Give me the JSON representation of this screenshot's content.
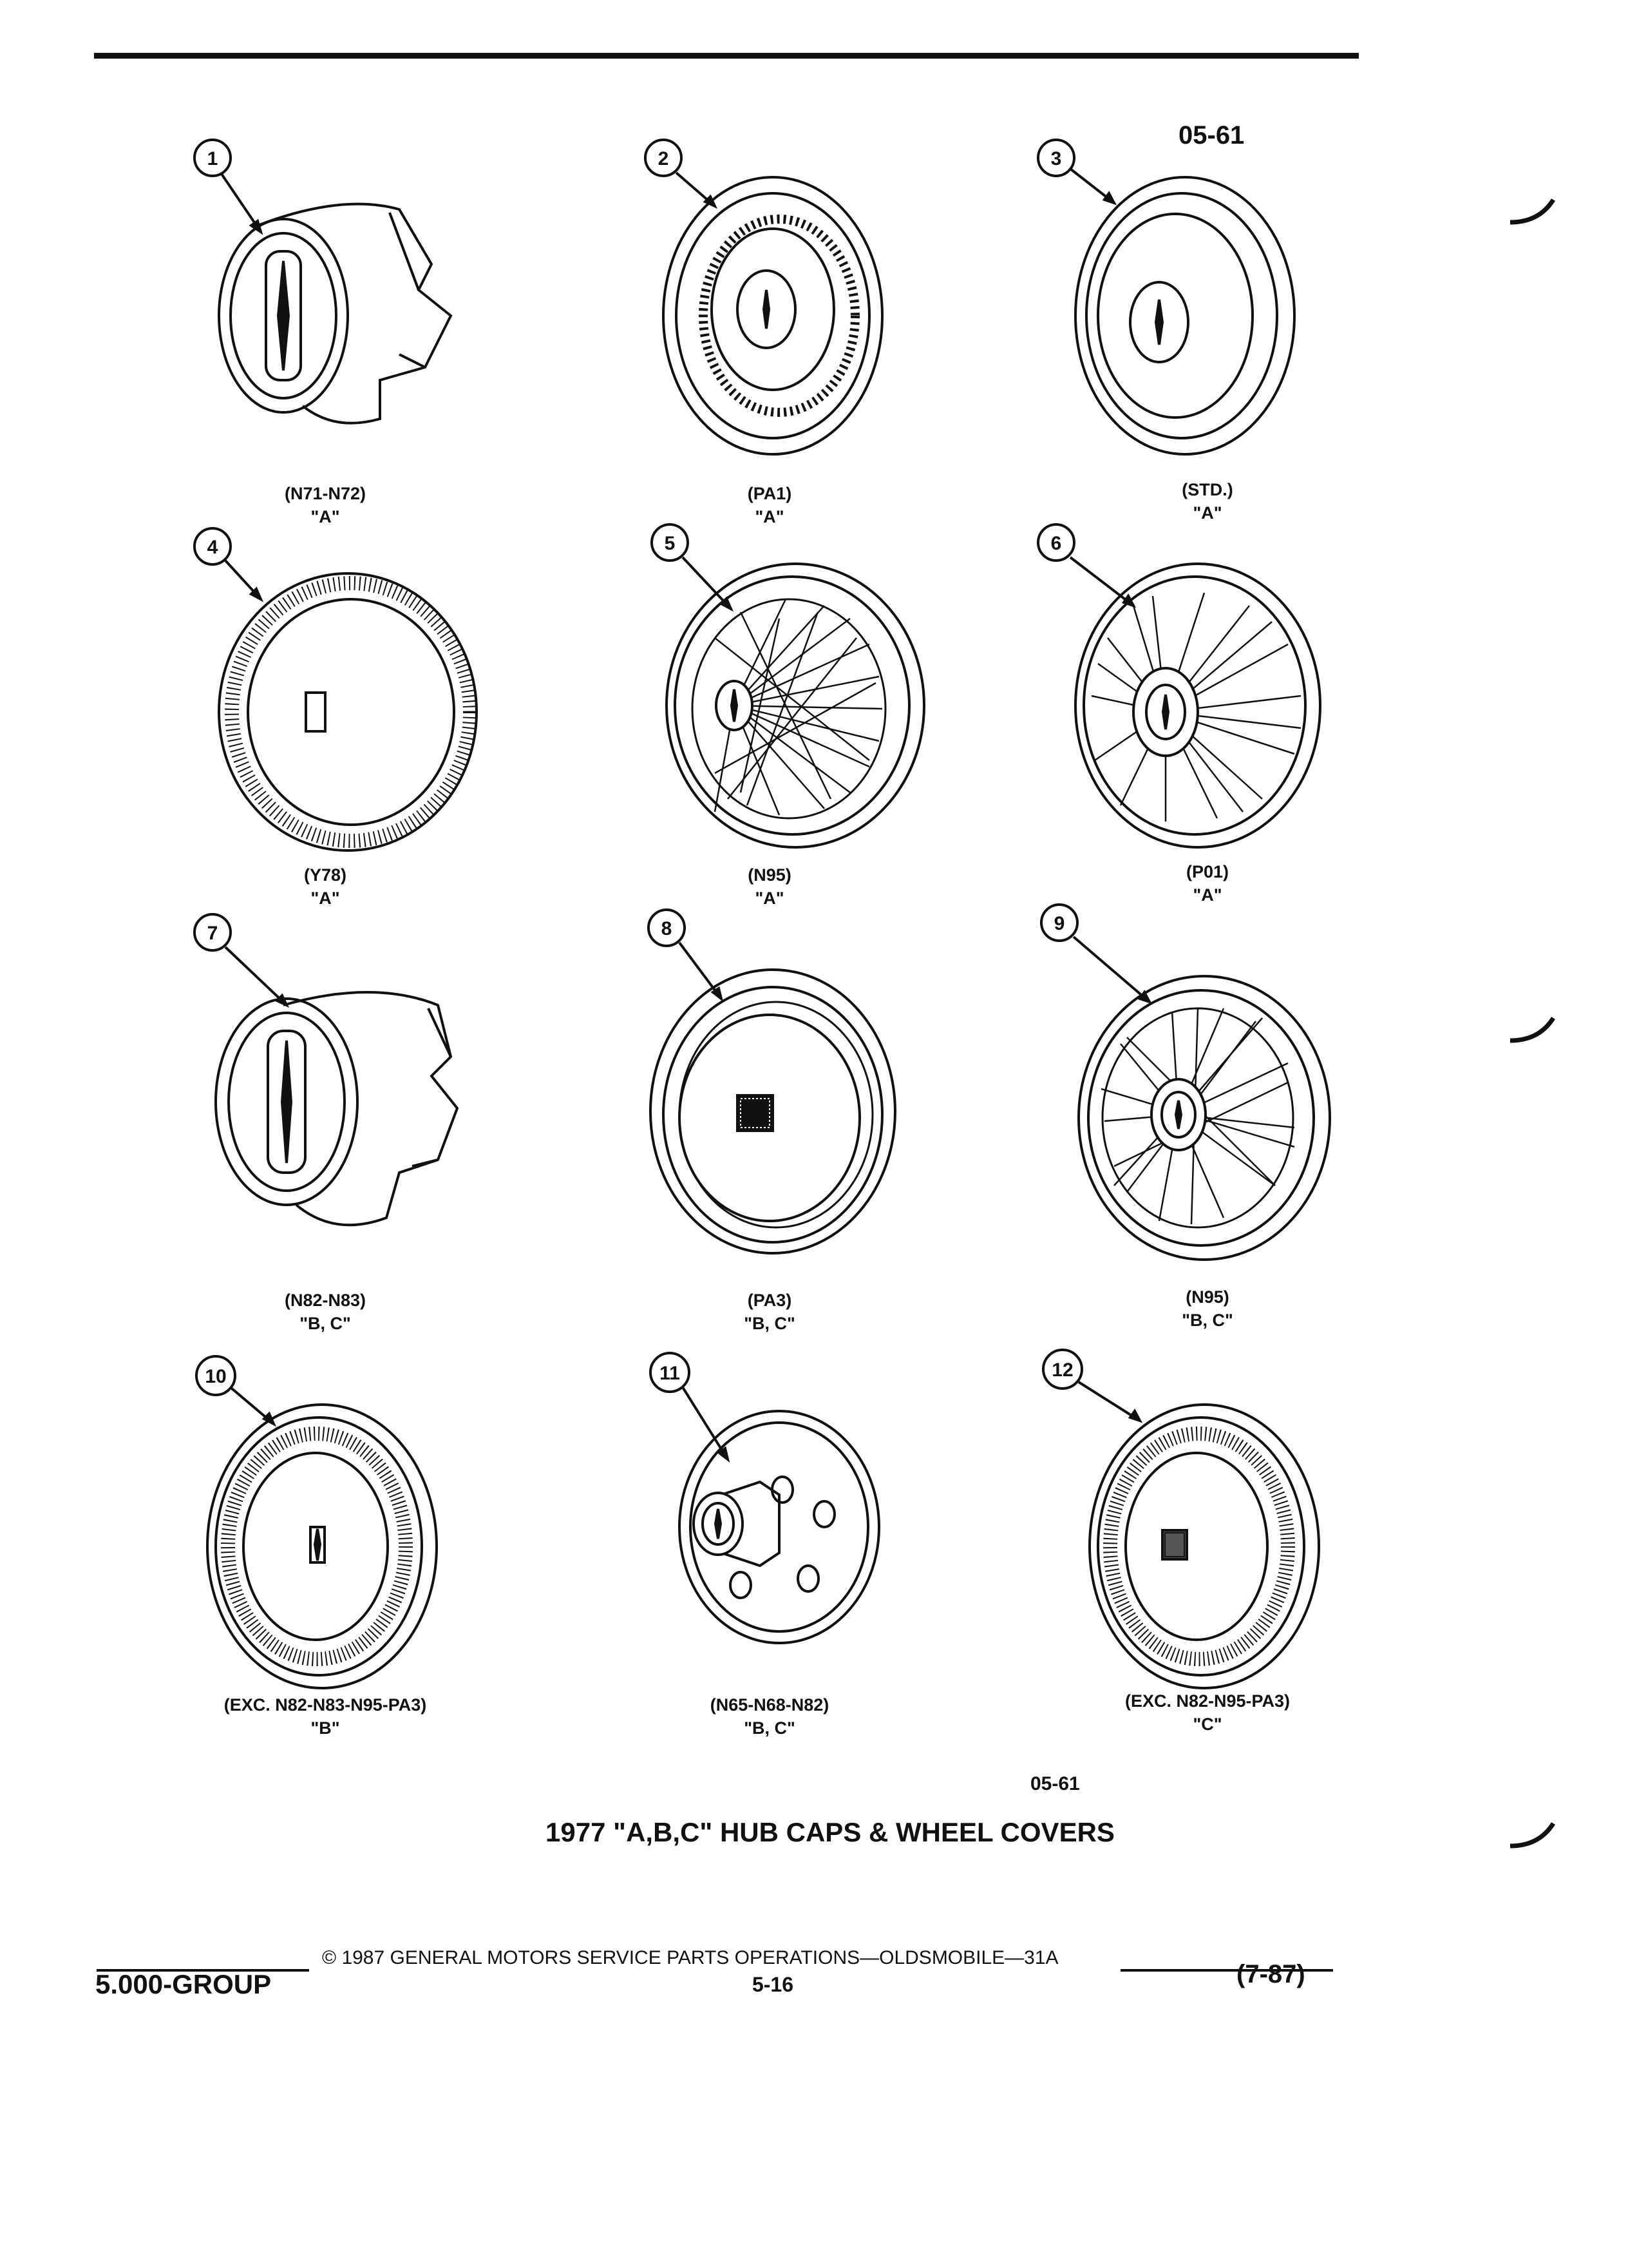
{
  "header": {
    "page_code": "05-61"
  },
  "items": [
    {
      "number": "1",
      "code": "(N71-N72)",
      "series": "\"A\""
    },
    {
      "number": "2",
      "code": "(PA1)",
      "series": "\"A\""
    },
    {
      "number": "3",
      "code": "(STD.)",
      "series": "\"A\""
    },
    {
      "number": "4",
      "code": "(Y78)",
      "series": "\"A\""
    },
    {
      "number": "5",
      "code": "(N95)",
      "series": "\"A\""
    },
    {
      "number": "6",
      "code": "(P01)",
      "series": "\"A\""
    },
    {
      "number": "7",
      "code": "(N82-N83)",
      "series": "\"B, C\""
    },
    {
      "number": "8",
      "code": "(PA3)",
      "series": "\"B, C\""
    },
    {
      "number": "9",
      "code": "(N95)",
      "series": "\"B, C\""
    },
    {
      "number": "10",
      "code": "(EXC. N82-N83-N95-PA3)",
      "series": "\"B\""
    },
    {
      "number": "11",
      "code": "(N65-N68-N82)",
      "series": "\"B, C\""
    },
    {
      "number": "12",
      "code": "(EXC. N82-N95-PA3)",
      "series": "\"C\""
    }
  ],
  "figure": {
    "code": "05-61",
    "title": "1977 \"A,B,C\" HUB CAPS & WHEEL COVERS"
  },
  "footer": {
    "copyright": "© 1987 GENERAL MOTORS SERVICE PARTS OPERATIONS—OLDSMOBILE—31A",
    "group": "5.000-GROUP",
    "page": "5-16",
    "date": "(7-87)"
  }
}
